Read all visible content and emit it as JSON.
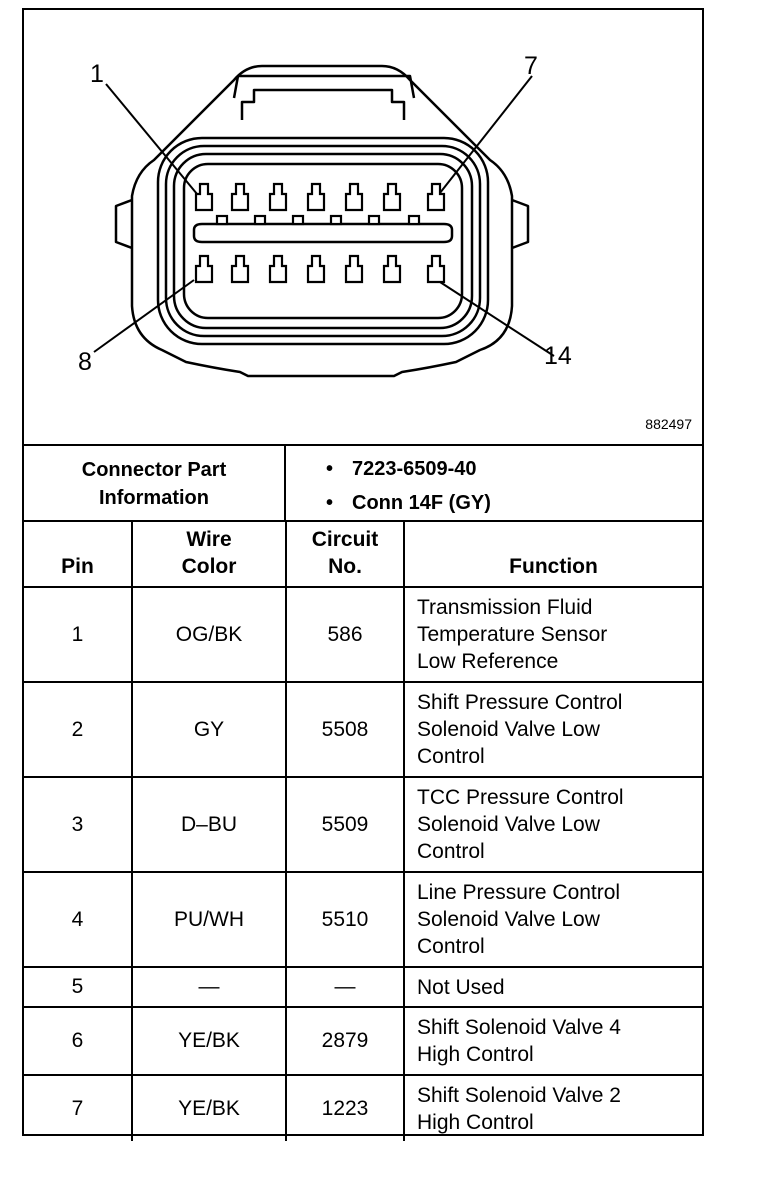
{
  "figure": {
    "callouts": {
      "pin_1": "1",
      "pin_7": "7",
      "pin_8": "8",
      "pin_14": "14"
    },
    "id": "882497"
  },
  "part_info": {
    "label_line1": "Connector Part",
    "label_line2": "Information",
    "items": [
      "7223-6509-40",
      "Conn 14F (GY)"
    ],
    "bullet": "•"
  },
  "table": {
    "headers": {
      "pin": "Pin",
      "wire_color": [
        "Wire",
        "Color"
      ],
      "circuit": [
        "Circuit",
        "No."
      ],
      "function": "Function"
    },
    "rows": [
      {
        "pin": "1",
        "wire": "OG/BK",
        "circuit": "586",
        "function": [
          "Transmission Fluid",
          "Temperature Sensor",
          "Low Reference"
        ]
      },
      {
        "pin": "2",
        "wire": "GY",
        "circuit": "5508",
        "function": [
          "Shift Pressure Control",
          "Solenoid Valve Low",
          "Control"
        ]
      },
      {
        "pin": "3",
        "wire": "D–BU",
        "circuit": "5509",
        "function": [
          "TCC Pressure Control",
          "Solenoid Valve Low",
          "Control"
        ]
      },
      {
        "pin": "4",
        "wire": "PU/WH",
        "circuit": "5510",
        "function": [
          "Line Pressure Control",
          "Solenoid Valve Low",
          "Control"
        ]
      },
      {
        "pin": "5",
        "wire": "—",
        "circuit": "—",
        "function": [
          "Not Used"
        ]
      },
      {
        "pin": "6",
        "wire": "YE/BK",
        "circuit": "2879",
        "function": [
          "Shift Solenoid Valve 4",
          "High Control"
        ]
      },
      {
        "pin": "7",
        "wire": "YE/BK",
        "circuit": "1223",
        "function": [
          "Shift Solenoid Valve 2",
          "High Control"
        ]
      }
    ]
  }
}
